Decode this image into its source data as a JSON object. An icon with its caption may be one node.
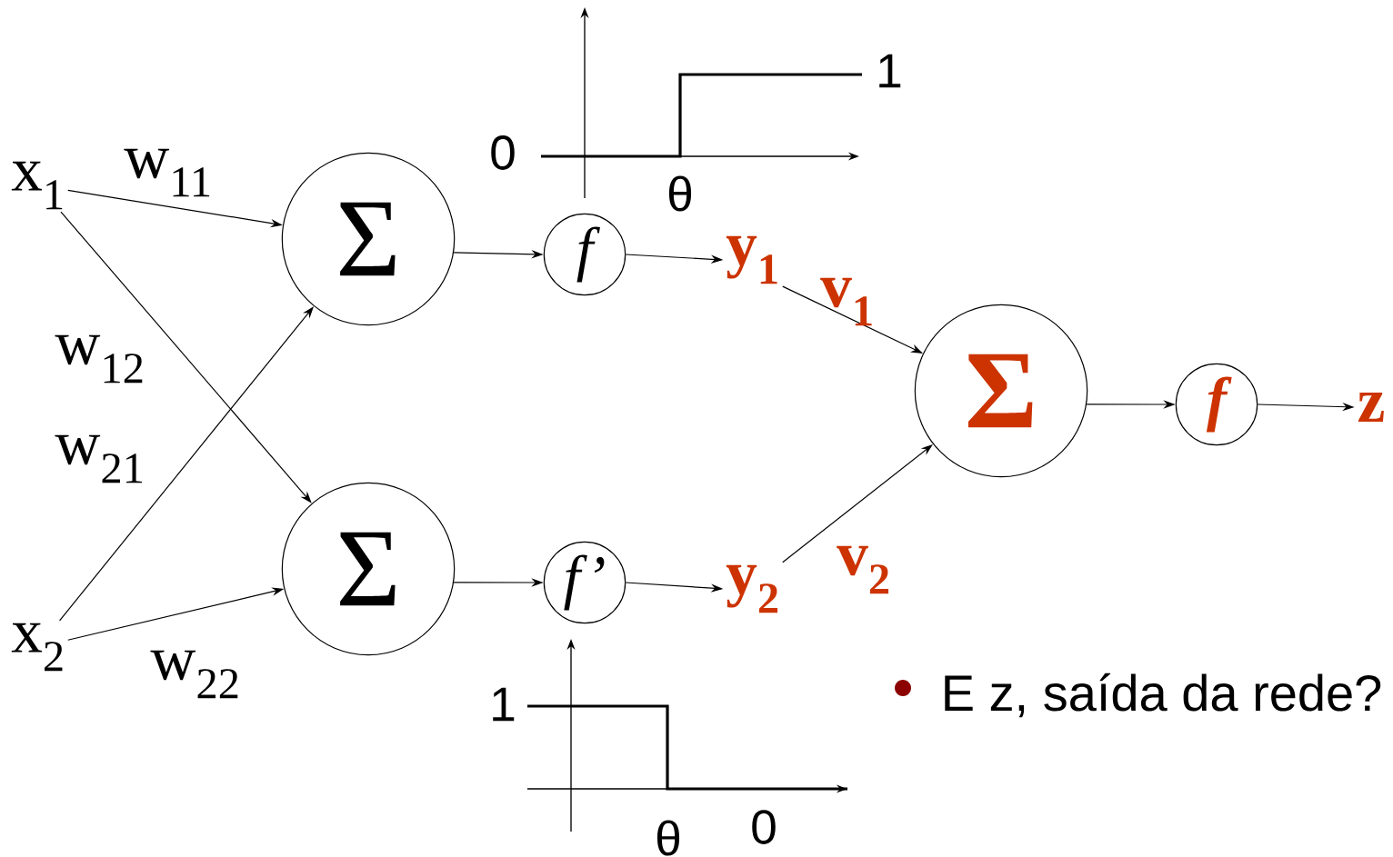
{
  "diagram": {
    "nodes": [
      {
        "text": [
          "x$_{1}$"
        ]
      },
      {
        "text": [
          "x$_{2}$"
        ]
      },
      {
        "text": [
          "Σ"
        ]
      },
      {
        "text": [
          "Σ"
        ]
      },
      {
        "text": [
          "f"
        ]
      },
      {
        "text": [
          "f’"
        ]
      },
      {
        "text": [
          "y$_{1}$"
        ]
      },
      {
        "text": [
          "y$_{2}$"
        ]
      },
      {
        "text": [
          "Σ"
        ]
      },
      {
        "text": [
          "f"
        ]
      },
      {
        "text": [
          "z"
        ]
      }
    ],
    "edges": [
      {
        "from": 0,
        "to": 2,
        "arrow": "to",
        "label": "w$_{11}$"
      },
      {
        "from": 0,
        "to": 3,
        "arrow": "to",
        "label": "w$_{12}$"
      },
      {
        "from": 1,
        "to": 2,
        "arrow": "to",
        "label": "w$_{21}$"
      },
      {
        "from": 1,
        "to": 3,
        "arrow": "to",
        "label": "w$_{22}$"
      },
      {
        "from": 2,
        "to": 4,
        "arrow": "to"
      },
      {
        "from": 3,
        "to": 5,
        "arrow": "to"
      },
      {
        "from": 4,
        "to": 6,
        "arrow": "to"
      },
      {
        "from": 5,
        "to": 7,
        "arrow": "to"
      },
      {
        "from": 6,
        "to": 8,
        "arrow": "to",
        "label": "v$_{1}$"
      },
      {
        "from": 7,
        "to": 8,
        "arrow": "to",
        "label": "v$_{2}$"
      },
      {
        "from": 8,
        "to": 9,
        "arrow": "to"
      },
      {
        "from": 9,
        "to": 10,
        "arrow": "to"
      }
    ],
    "labels": [
      "1",
      "0",
      "θ",
      "1",
      "θ",
      "0",
      "E z, saída da rede?"
    ]
  }
}
